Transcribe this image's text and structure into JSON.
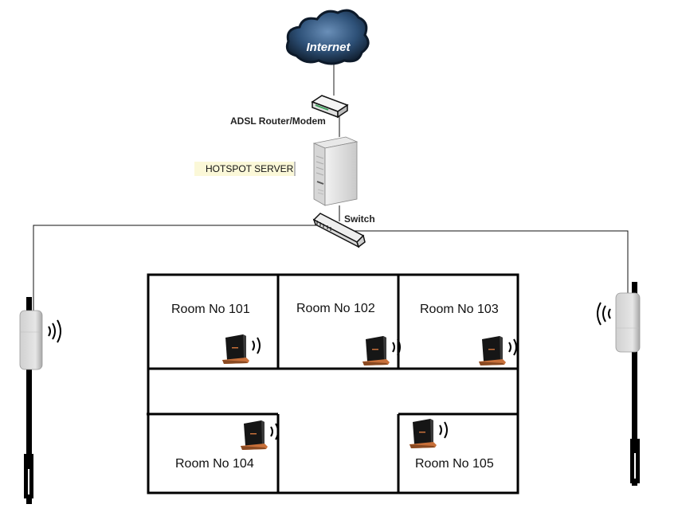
{
  "diagram": {
    "internet": {
      "label": "Internet"
    },
    "modem": {
      "label": "ADSL Router/Modem"
    },
    "server": {
      "label": "HOTSPOT SERVER"
    },
    "switch": {
      "label": "Switch"
    },
    "access_points": [
      {
        "id": "left",
        "side": "left"
      },
      {
        "id": "right",
        "side": "right"
      }
    ],
    "rooms": [
      {
        "label": "Room No 101"
      },
      {
        "label": "Room No 102"
      },
      {
        "label": "Room No 103"
      },
      {
        "label": "Room No 104"
      },
      {
        "label": "Room No 105"
      }
    ],
    "colors": {
      "cloud": "#2b4a6b",
      "cloud_edge": "#0d1a2a",
      "server_label_bg": "#fbf8d8",
      "router_body": "#1a1a1a",
      "router_base": "#c8703a",
      "device_grey": "#dcdcdc"
    }
  }
}
